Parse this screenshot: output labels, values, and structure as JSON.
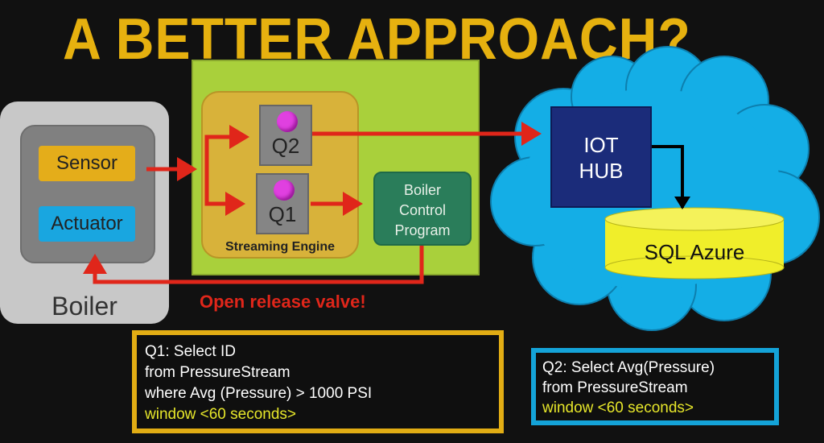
{
  "title": "A BETTER APPROACH?",
  "q2_query": {
    "line1": "Q2:  Select Avg(Pressure)",
    "line2": "from PressureStream",
    "line3": "window <60 seconds>"
  },
  "q1_query": {
    "line1": "Q1:  Select ID",
    "line2": "from PressureStream",
    "line3": "where Avg (Pressure) > 1000 PSI",
    "line4": "window <60 seconds>"
  },
  "boiler": {
    "label": "Boiler",
    "sensor": "Sensor",
    "actuator": "Actuator"
  },
  "engine": {
    "label": "Streaming Engine",
    "q2": "Q2",
    "q1": "Q1"
  },
  "control_program": {
    "line1": "Boiler",
    "line2": "Control",
    "line3": "Program"
  },
  "iot_hub": {
    "line1": "IOT",
    "line2": "HUB"
  },
  "sql_azure": "SQL Azure",
  "alert": "Open release valve!",
  "colors": {
    "title": "#e6b10f",
    "arrow": "#e0261a",
    "cloud": "#14aee6",
    "green_panel": "#a9d03b",
    "iot_hub": "#1b2c7a",
    "sql": "#f0ee2a"
  }
}
